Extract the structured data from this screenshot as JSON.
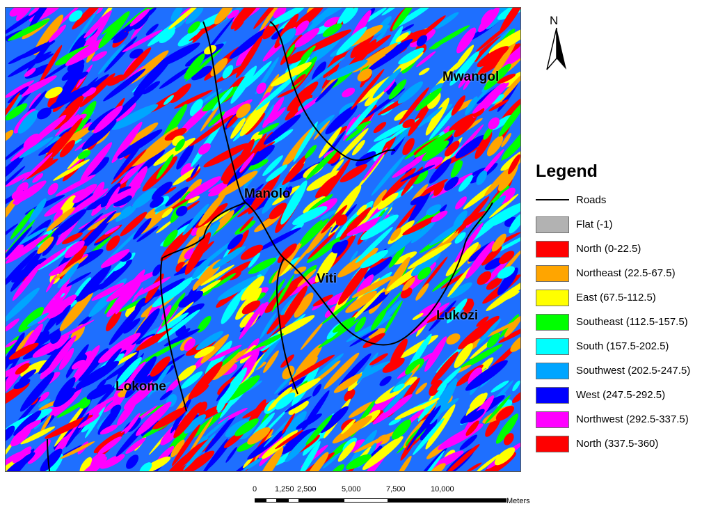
{
  "places": [
    {
      "name": "Mwangol"
    },
    {
      "name": "Manolo"
    },
    {
      "name": "Viti"
    },
    {
      "name": "Lukozi"
    },
    {
      "name": "Lokome"
    }
  ],
  "north_arrow": {
    "label": "N"
  },
  "legend": {
    "title": "Legend",
    "roads_label": "Roads",
    "classes": [
      {
        "label": "Flat (-1)",
        "color": "#b2b2b2"
      },
      {
        "label": "North (0-22.5)",
        "color": "#ff0000"
      },
      {
        "label": "Northeast (22.5-67.5)",
        "color": "#ffa500"
      },
      {
        "label": "East (67.5-112.5)",
        "color": "#ffff00"
      },
      {
        "label": "Southeast (112.5-157.5)",
        "color": "#00ff00"
      },
      {
        "label": "South (157.5-202.5)",
        "color": "#00ffff"
      },
      {
        "label": "Southwest (202.5-247.5)",
        "color": "#00a5ff"
      },
      {
        "label": "West (247.5-292.5)",
        "color": "#0000ff"
      },
      {
        "label": "Northwest (292.5-337.5)",
        "color": "#ff00ff"
      },
      {
        "label": "North (337.5-360)",
        "color": "#ff0000"
      }
    ]
  },
  "scalebar": {
    "ticks": [
      "0",
      "1,250",
      "2,500",
      "5,000",
      "7,500",
      "10,000"
    ],
    "unit": "Meters"
  }
}
